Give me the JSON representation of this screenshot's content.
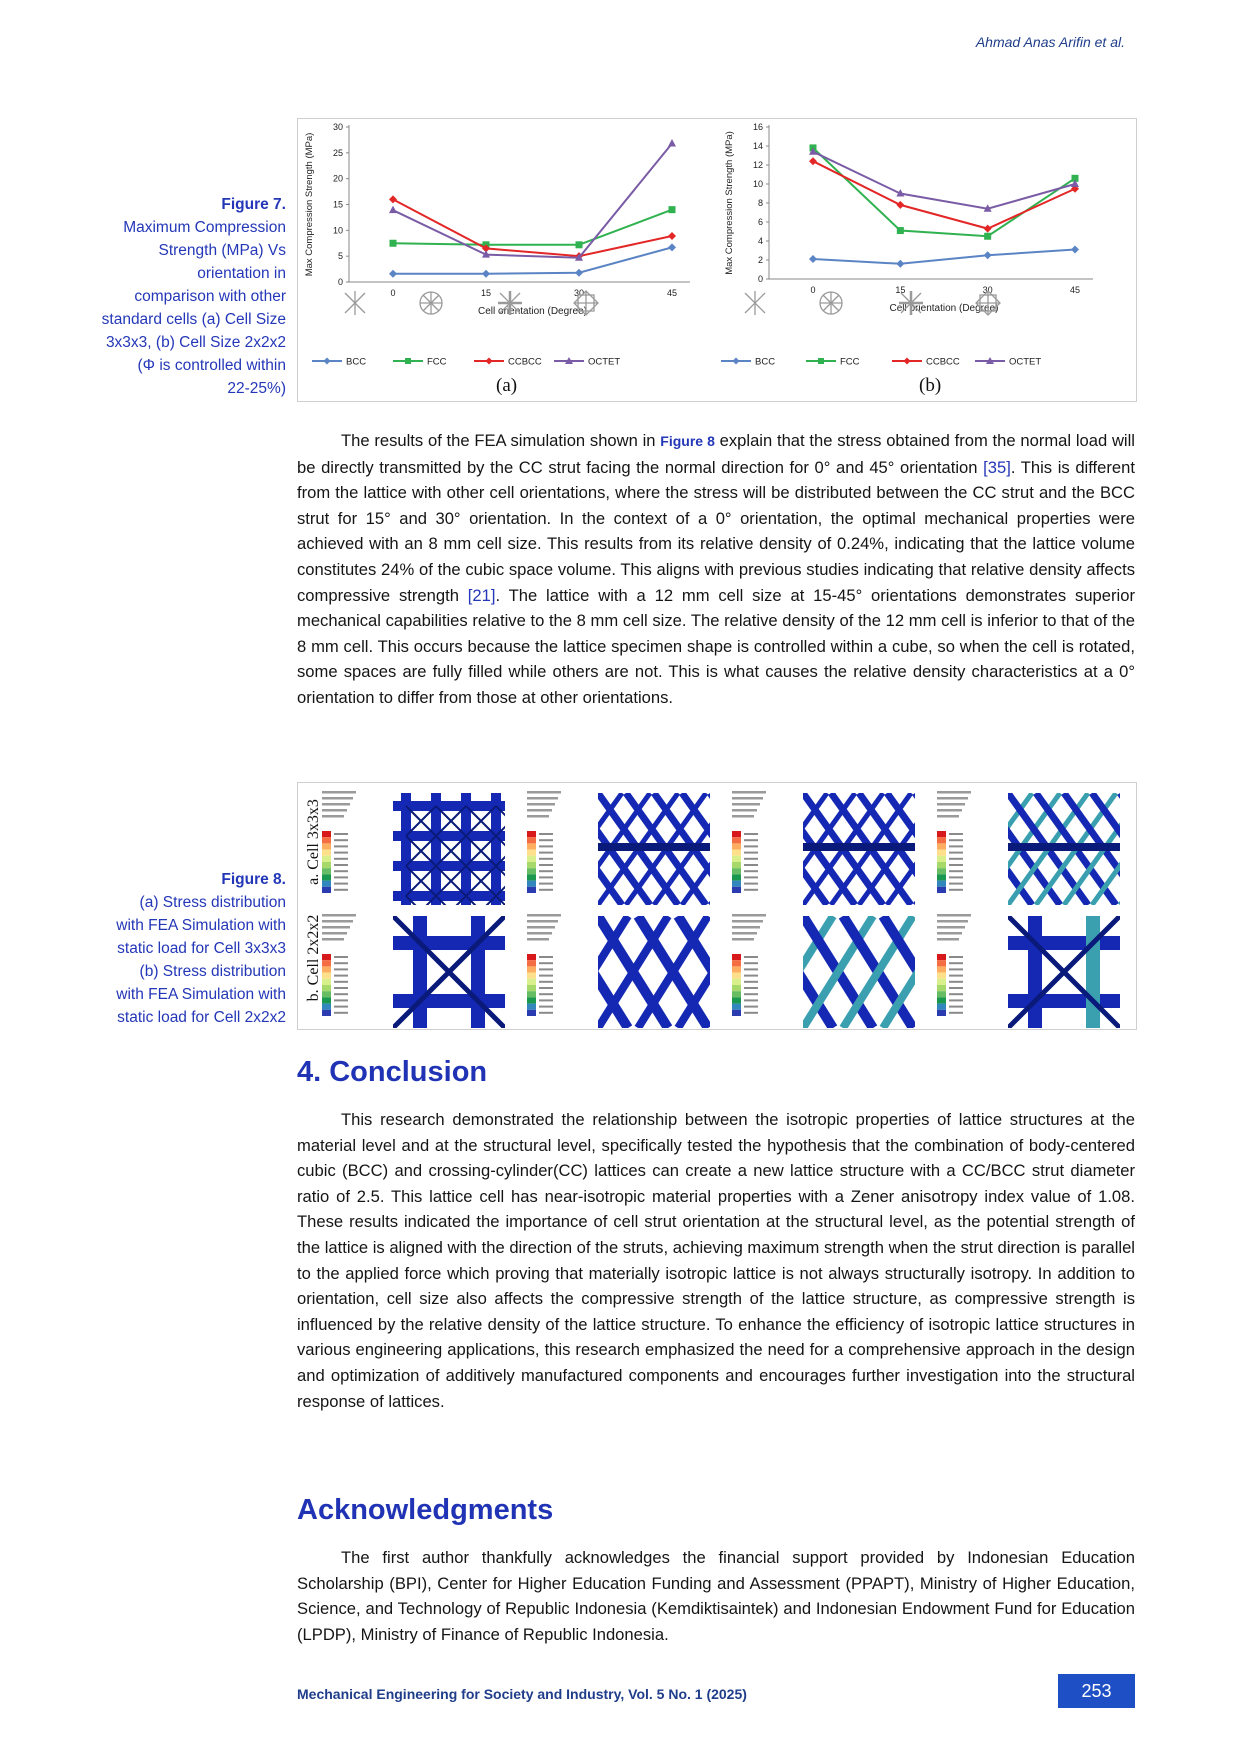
{
  "header": {
    "author": "Ahmad Anas Arifin et al."
  },
  "figure7": {
    "caption_title": "Figure 7.",
    "caption_lines": [
      "Maximum Compression",
      "Strength (MPa) Vs",
      "orientation in",
      "comparison with other",
      "standard cells (a) Cell Size",
      "3x3x3, (b) Cell Size 2x2x2",
      "(Φ is controlled within",
      "22-25%)"
    ],
    "panel_a": "(a)",
    "panel_b": "(b)"
  },
  "chart_data": [
    {
      "type": "line",
      "title": "",
      "xlabel": "Cell orientation (Degree)",
      "ylabel": "Max Compression Strength (MPa)",
      "x": [
        0,
        15,
        30,
        45
      ],
      "ylim": [
        0,
        30
      ],
      "yticks": [
        0,
        5,
        10,
        15,
        20,
        25,
        30
      ],
      "grid": false,
      "legend": "bottom",
      "series": [
        {
          "name": "BCC",
          "color": "#5b84c4",
          "marker": "diamond",
          "values": [
            1.6,
            1.6,
            1.8,
            6.7
          ]
        },
        {
          "name": "FCC",
          "color": "#2fb24f",
          "marker": "square",
          "values": [
            7.5,
            7.2,
            7.2,
            14.0
          ]
        },
        {
          "name": "CCBCC",
          "color": "#e32626",
          "marker": "diamond",
          "values": [
            16.0,
            6.5,
            5.0,
            8.9
          ]
        },
        {
          "name": "OCTET",
          "color": "#7a5ca6",
          "marker": "triangle",
          "values": [
            13.9,
            5.3,
            4.7,
            26.8
          ]
        }
      ]
    },
    {
      "type": "line",
      "title": "",
      "xlabel": "Cell orientation (Degree)",
      "ylabel": "Max Compression Strength (MPa)",
      "x": [
        0,
        15,
        30,
        45
      ],
      "ylim": [
        0,
        16
      ],
      "yticks": [
        0,
        2,
        4,
        6,
        8,
        10,
        12,
        14,
        16
      ],
      "grid": false,
      "legend": "bottom",
      "series": [
        {
          "name": "BCC",
          "color": "#5b84c4",
          "marker": "diamond",
          "values": [
            2.1,
            1.6,
            2.5,
            3.1
          ]
        },
        {
          "name": "FCC",
          "color": "#2fb24f",
          "marker": "square",
          "values": [
            13.8,
            5.1,
            4.5,
            10.6
          ]
        },
        {
          "name": "CCBCC",
          "color": "#e32626",
          "marker": "diamond",
          "values": [
            12.4,
            7.8,
            5.3,
            9.5
          ]
        },
        {
          "name": "OCTET",
          "color": "#7a5ca6",
          "marker": "triangle",
          "values": [
            13.4,
            9.0,
            7.4,
            10.0
          ]
        }
      ]
    }
  ],
  "paragraph1": {
    "t1": "The results of the FEA simulation shown in ",
    "ref_fig": "Figure 8",
    "t2": " explain that the stress obtained from the normal load will be directly transmitted by the CC strut facing the normal direction for 0° and 45° orientation ",
    "ref35": "[35]",
    "t3": ". This is different from the lattice with other cell orientations, where the stress will be distributed between the CC strut and the BCC strut for 15° and 30° orientation. In the context of a 0° orientation, the optimal mechanical properties were achieved with an 8 mm cell size. This results from its relative density of 0.24%, indicating that the lattice volume constitutes 24% of the cubic space volume. This aligns with previous studies indicating that relative density affects compressive strength ",
    "ref21": "[21]",
    "t4": ". The lattice with a 12 mm cell size at 15-45° orientations demonstrates superior mechanical capabilities relative to the 8 mm cell size. The relative density of the 12 mm cell is inferior to that of the 8 mm cell. This occurs because the lattice specimen shape is controlled within a cube, so when the cell is rotated, some spaces are fully filled while others are not. This is what causes the relative density characteristics at a 0° orientation to differ from those at other orientations."
  },
  "figure8": {
    "caption_title": "Figure 8.",
    "caption_lines": [
      "(a) Stress distribution",
      "with FEA Simulation with",
      "static load for Cell 3x3x3",
      "(b) Stress distribution",
      "with FEA Simulation with",
      "static load for Cell 2x2x2"
    ],
    "row_a_label": "a. Cell 3x3x3",
    "row_b_label": "b. Cell 2x2x2"
  },
  "conclusion": {
    "heading": "4. Conclusion",
    "text": "This research demonstrated the relationship between the isotropic properties of lattice structures at the material level and at the structural level, specifically tested the hypothesis that the combination of body-centered cubic (BCC) and crossing-cylinder(CC) lattices can create a new lattice structure with a CC/BCC strut diameter ratio of 2.5. This lattice cell has near-isotropic material properties with a Zener anisotropy index value of 1.08. These results indicated the importance of cell strut orientation at the structural level, as the potential strength of the lattice is aligned with the direction of the struts, achieving maximum strength when the strut direction is parallel to the applied force which proving that materially isotropic lattice is not always structurally isotropy. In addition to orientation, cell size also affects the compressive strength of the lattice structure, as compressive strength is influenced by the relative density of the lattice structure. To enhance the efficiency of isotropic lattice structures in various engineering applications, this research emphasized the need for a comprehensive approach in the design and optimization of additively manufactured components and encourages further investigation into the structural response of lattices."
  },
  "acknowledgments": {
    "heading": "Acknowledgments",
    "text": "The first author thankfully acknowledges the financial support provided by Indonesian Education Scholarship (BPI), Center for Higher Education Funding and Assessment (PPAPT), Ministry of Higher Education, Science, and Technology of Republic Indonesia (Kemdiktisaintek) and Indonesian Endowment Fund for Education (LPDP), Ministry of Finance of Republic Indonesia."
  },
  "footer": {
    "journal": "Mechanical Engineering for Society and Industry, Vol. 5 No. 1 (2025)",
    "page": "253"
  }
}
